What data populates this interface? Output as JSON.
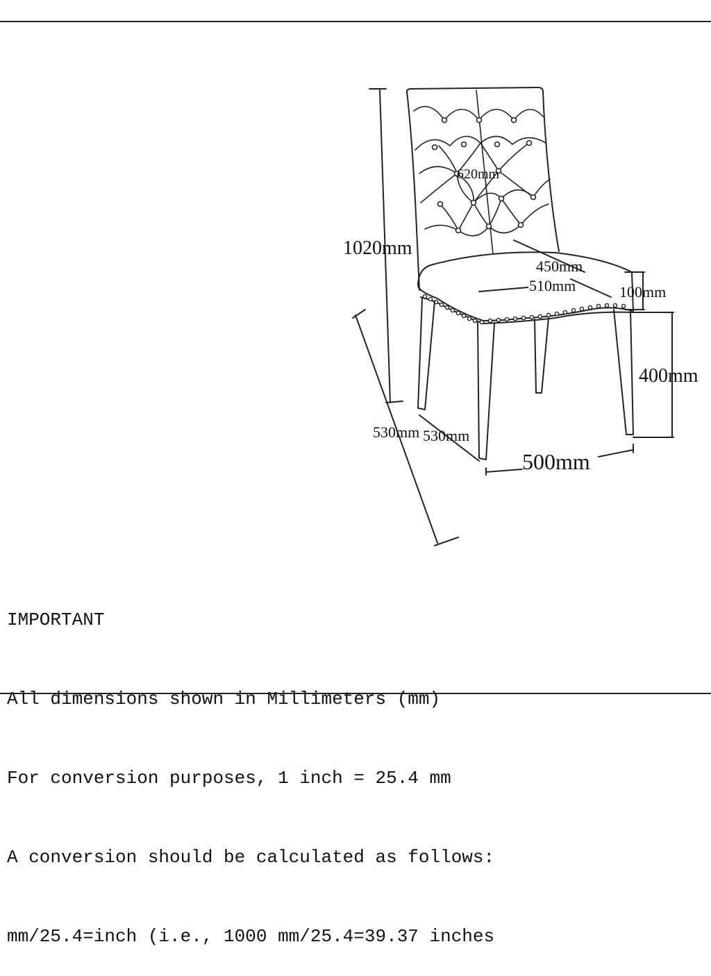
{
  "dimensions": {
    "overall_height": "1020mm",
    "back_height": "620mm",
    "seat_depth": "450mm",
    "seat_width": "510mm",
    "seat_thickness": "100mm",
    "seat_height": "400mm",
    "depth": "530mm",
    "depth_inner": "530mm",
    "width": "500mm"
  },
  "notes": {
    "heading": "IMPORTANT",
    "line1": "All dimensions shown in Millimeters (mm)",
    "line2": "For conversion purposes, 1 inch = 25.4 mm",
    "line3": "A conversion should be calculated as follows:",
    "line4": "mm/25.4=inch (i.e., 1000 mm/25.4=39.37 inches"
  }
}
